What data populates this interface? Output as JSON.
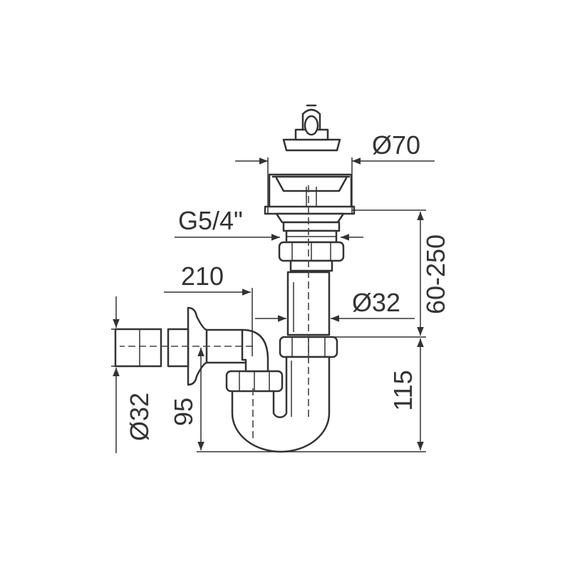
{
  "dimensions": {
    "plug_diameter": "Ø70",
    "thread": "G5/4\"",
    "tube_diameter": "Ø32",
    "height_range": "60-250",
    "outlet_length": "210",
    "trap_height": "115",
    "outlet_height": "95",
    "outlet_diameter": "Ø32"
  },
  "colors": {
    "stroke": "#333333",
    "background": "#ffffff"
  }
}
